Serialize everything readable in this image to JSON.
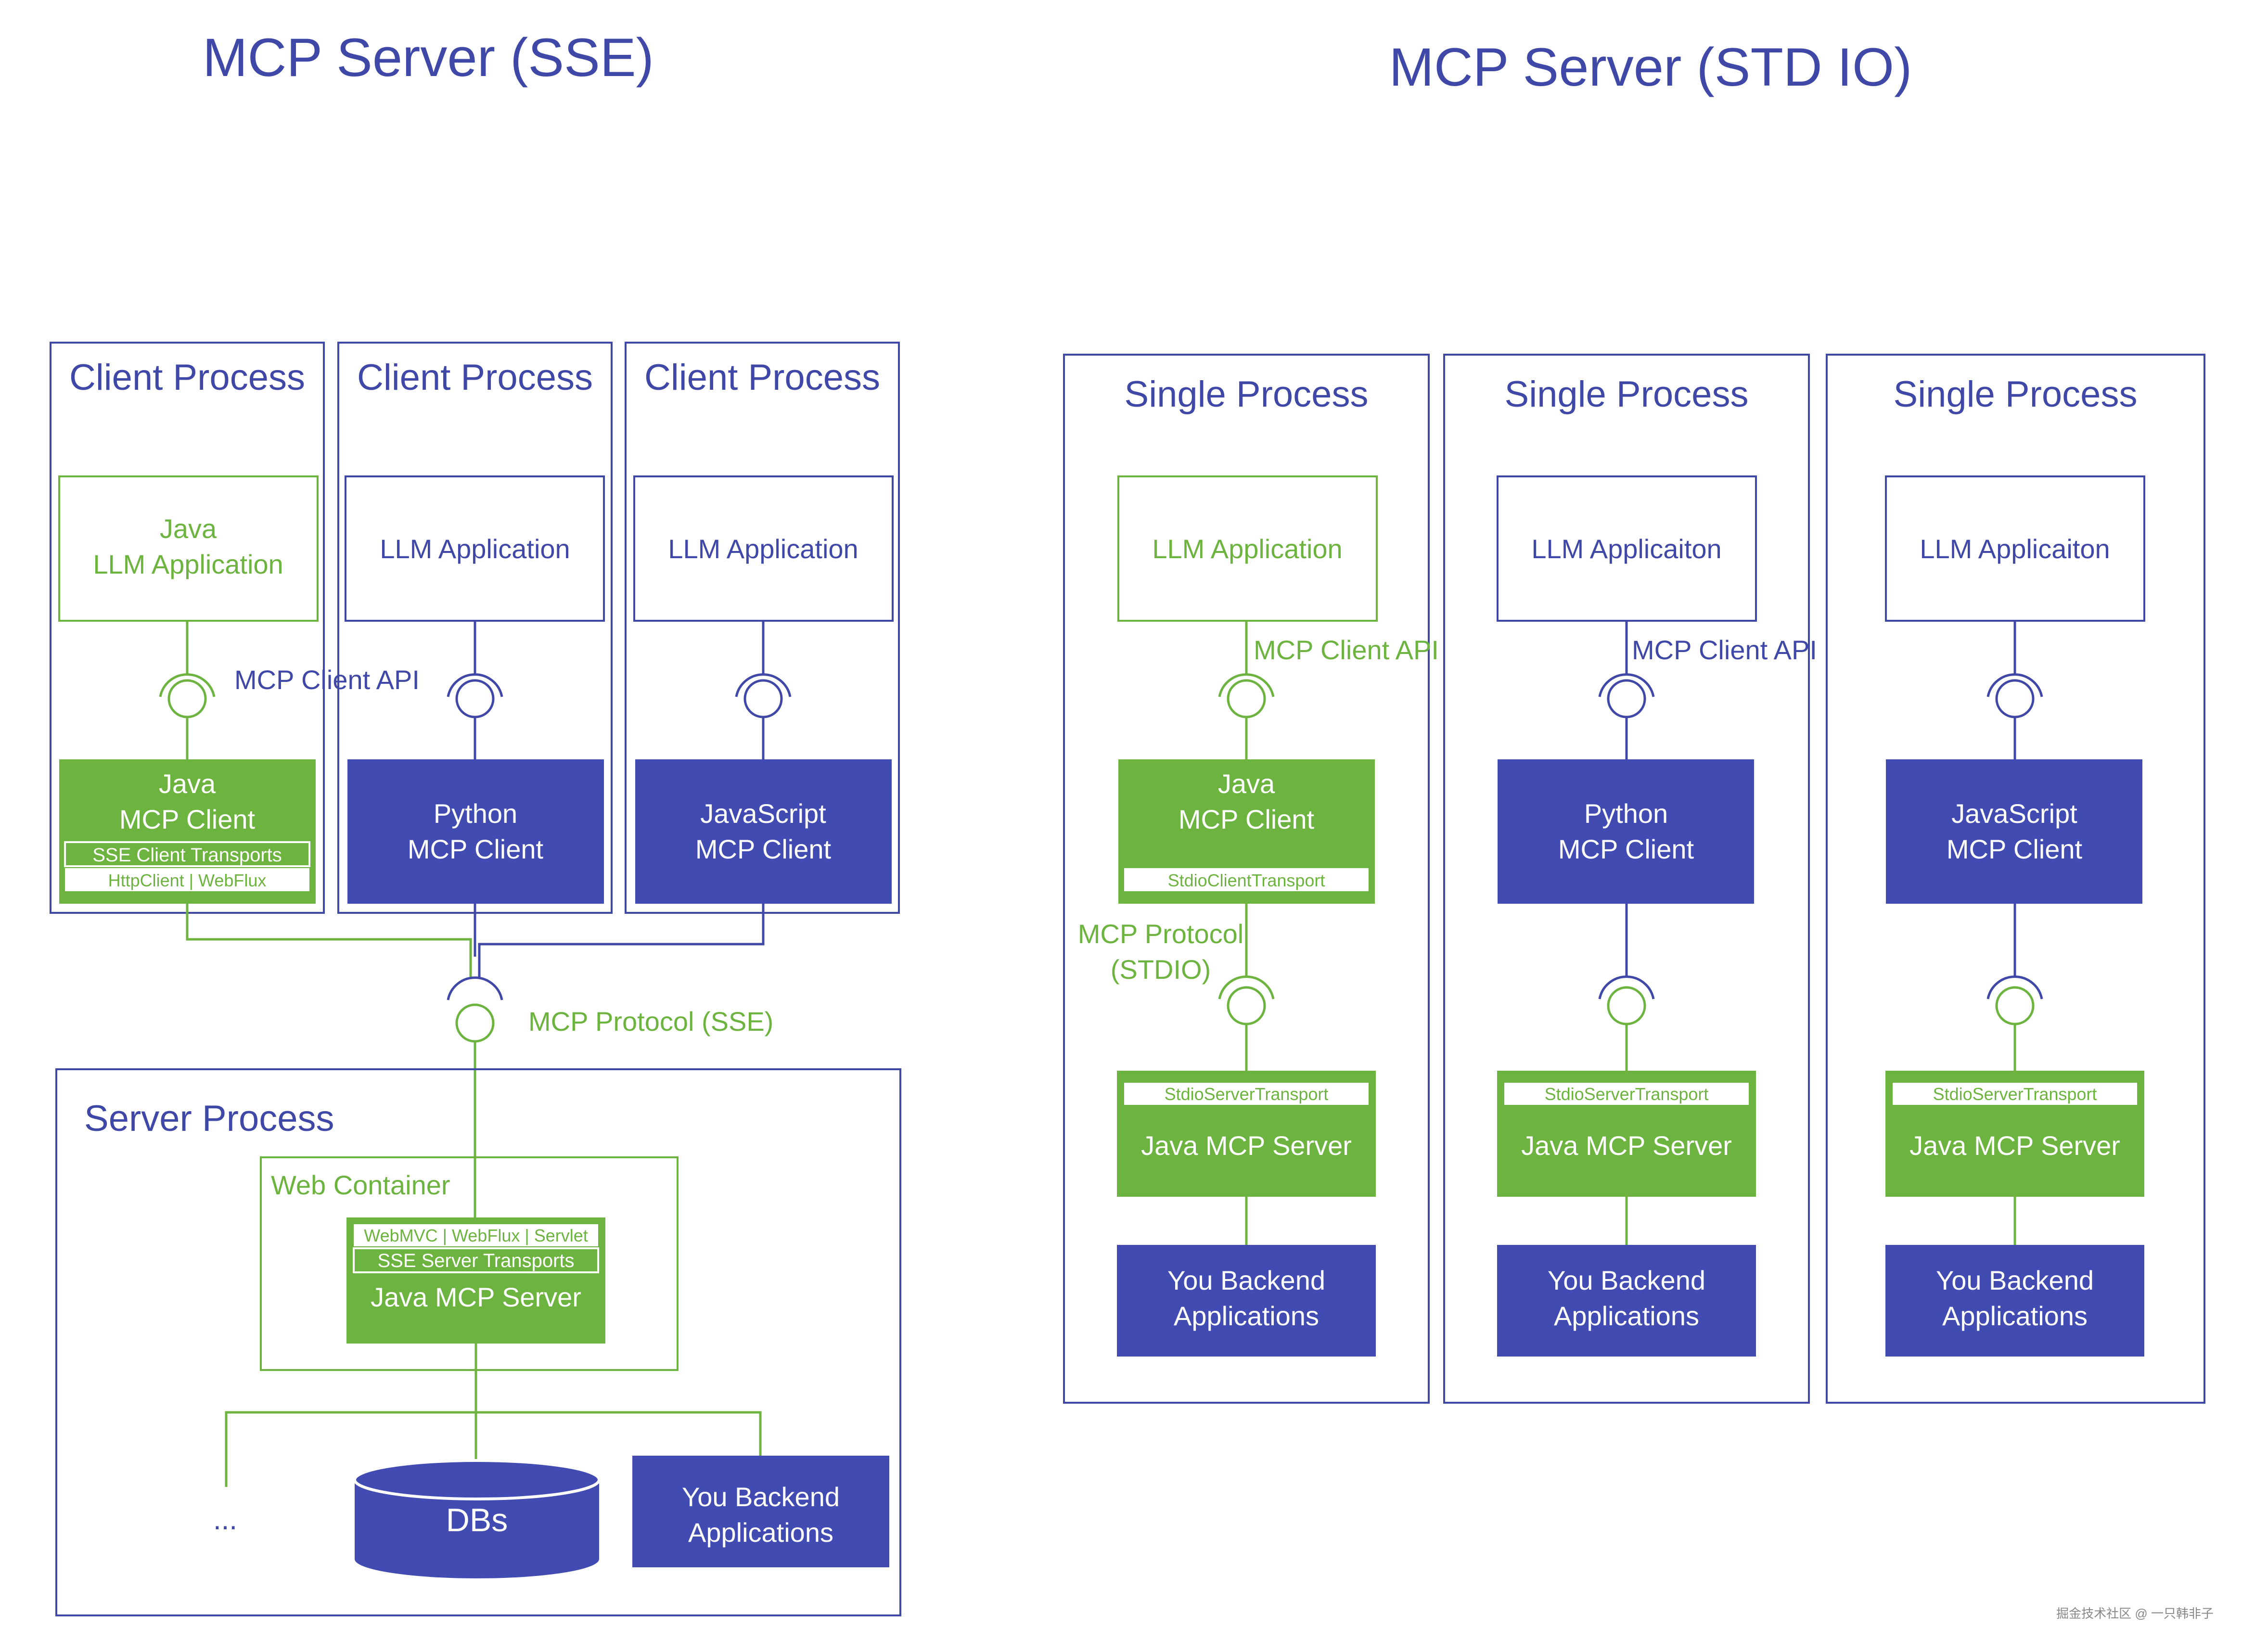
{
  "colors": {
    "blue": "#3f48a6",
    "green": "#6db33f",
    "fill_blue": "#414bb2",
    "fill_green": "#6db33f",
    "white": "#ffffff"
  },
  "sse": {
    "title": "MCP Server (SSE)",
    "client_process_label": "Client Process",
    "clients": [
      {
        "app_lines": [
          "Java",
          "LLM Application"
        ],
        "client_lines": [
          "Java",
          "MCP Client"
        ],
        "transport": "SSE Client Transports",
        "transport_impl": "HttpClient | WebFlux"
      },
      {
        "app_lines": [
          "LLM Application"
        ],
        "client_lines": [
          "Python",
          "MCP Client"
        ]
      },
      {
        "app_lines": [
          "LLM Application"
        ],
        "client_lines": [
          "JavaScript",
          "MCP Client"
        ]
      }
    ],
    "client_api_label": "MCP Client API",
    "protocol_label": "MCP Protocol (SSE)",
    "server_process_label": "Server Process",
    "web_container_label": "Web Container",
    "server_impl": "WebMVC | WebFlux | Servlet",
    "server_transport": "SSE Server Transports",
    "server_name": "Java MCP Server",
    "ellipsis": "...",
    "db_label": "DBs",
    "backend_lines": [
      "You Backend",
      "Applications"
    ]
  },
  "stdio": {
    "title": "MCP Server (STD IO)",
    "single_process_label": "Single Process",
    "columns": [
      {
        "app": "LLM Application",
        "client_lines": [
          "Java",
          "MCP Client"
        ],
        "client_transport": "StdioClientTransport",
        "api_label": "MCP Client API",
        "protocol_lines": [
          "MCP Protocol",
          "(STDIO)"
        ]
      },
      {
        "app": "LLM Applicaiton",
        "client_lines": [
          "Python",
          "MCP Client"
        ],
        "api_label": "MCP Client API"
      },
      {
        "app": "LLM Applicaiton",
        "client_lines": [
          "JavaScript",
          "MCP Client"
        ]
      }
    ],
    "server_transport": "StdioServerTransport",
    "server_name": "Java MCP Server",
    "backend_lines": [
      "You Backend",
      "Applications"
    ]
  },
  "watermark": "掘金技术社区 @ 一只韩非子"
}
